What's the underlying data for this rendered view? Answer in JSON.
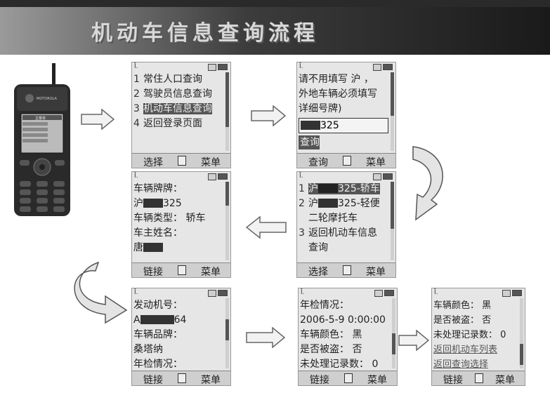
{
  "header": {
    "title": "机动车信息查询流程"
  },
  "screens": {
    "s1": {
      "lines": [
        {
          "num": "1",
          "text": "常住人口查询"
        },
        {
          "num": "2",
          "text": "驾驶员信息查询"
        },
        {
          "num": "3",
          "text": "机动车信息查询"
        },
        {
          "num": "4",
          "text": "返回登录页面"
        }
      ],
      "left": "选择",
      "right": "菜单"
    },
    "s2": {
      "lines": [
        "请不用填写 沪 ，",
        "外地车辆必须填写",
        "详细号牌)"
      ],
      "input_value": "325",
      "button": "查询",
      "left": "查询",
      "right": "菜单"
    },
    "s3": {
      "lines": [
        {
          "num": "1",
          "pre": "沪",
          "post": "325-轿车"
        },
        {
          "num": "2",
          "pre": "沪",
          "post": "325-轻便"
        },
        {
          "num": "",
          "text": "二轮摩托车"
        },
        {
          "num": "3",
          "text": "返回机动车信息"
        },
        {
          "num": "",
          "text": "查询"
        }
      ],
      "left": "选择",
      "right": "菜单"
    },
    "s4": {
      "l1": "车辆牌牌：",
      "l2_pre": "沪",
      "l2_post": "325",
      "l3": "车辆类型：  轿车",
      "l4": "车主姓名：",
      "l5_pre": "唐",
      "left": "链接",
      "right": "菜单"
    },
    "s5": {
      "l1": "发动机号：",
      "l2_pre": "A",
      "l2_post": "64",
      "l3": "车辆品牌：",
      "l4": "桑塔纳",
      "l5": "年检情况：",
      "left": "链接",
      "right": "菜单"
    },
    "s6": {
      "l1": "年检情况：",
      "l2": "2006-5-9 0:00:00",
      "l3": "车辆颜色：  黑",
      "l4": "是否被盗：  否",
      "l5": "未处理记录数：  0",
      "left": "链接",
      "right": "菜单"
    },
    "s7": {
      "l1": "车辆颜色：  黑",
      "l2": "是否被盗：  否",
      "l3": "未处理记录数：  0",
      "l4": "返回机动车列表",
      "l5": "返回查询选择",
      "left": "链接",
      "right": "菜单"
    }
  },
  "phone": {
    "brand": "MOTOROLA",
    "screen_title": "主菜单"
  }
}
